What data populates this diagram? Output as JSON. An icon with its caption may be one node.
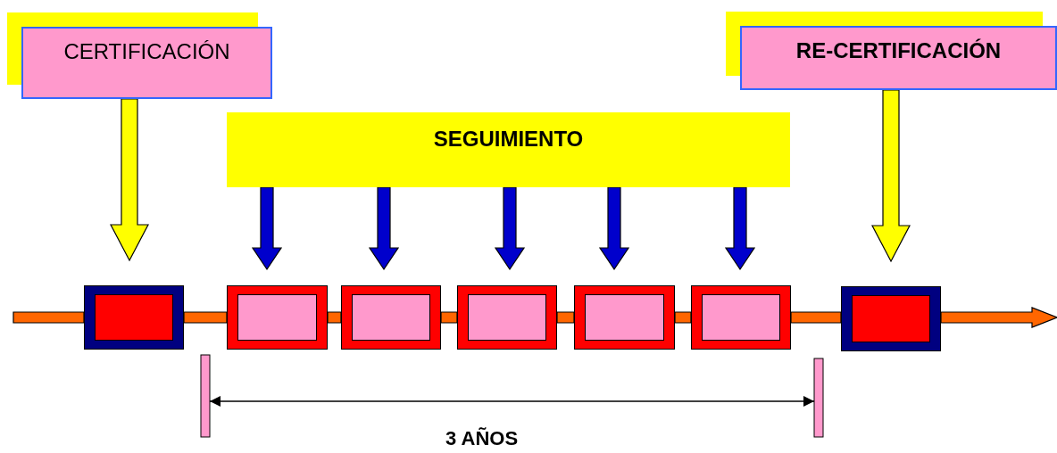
{
  "diagram": {
    "nodes": [
      {
        "text": [
          "CERTIFICACIÓN"
        ]
      },
      {
        "text": [
          "RE-CERTIFICACIÓN"
        ]
      },
      {
        "text": [
          "SEGUIMIENTO"
        ]
      },
      {
        "text": [],
        "shape": "box"
      },
      {
        "text": [],
        "shape": "box"
      },
      {
        "text": [],
        "shape": "box"
      },
      {
        "text": [],
        "shape": "box"
      },
      {
        "text": [],
        "shape": "box"
      },
      {
        "text": [],
        "shape": "box"
      },
      {
        "text": [],
        "shape": "box"
      }
    ],
    "edges": [
      {
        "from": 0,
        "to": 3,
        "arrow": "to",
        "style": "thick",
        "color": "#ffff00"
      },
      {
        "from": 2,
        "to": 4,
        "arrow": "to",
        "color": "#0000cc"
      },
      {
        "from": 2,
        "to": 5,
        "arrow": "to",
        "color": "#0000cc"
      },
      {
        "from": 2,
        "to": 6,
        "arrow": "to",
        "color": "#0000cc"
      },
      {
        "from": 2,
        "to": 7,
        "arrow": "to",
        "color": "#0000cc"
      },
      {
        "from": 2,
        "to": 8,
        "arrow": "to",
        "color": "#0000cc"
      },
      {
        "from": 1,
        "to": 9,
        "arrow": "to",
        "style": "thick",
        "color": "#ffff00"
      },
      {
        "from": null,
        "to": 3,
        "arrow": "none"
      },
      {
        "from": 3,
        "to": 4,
        "arrow": "none"
      },
      {
        "from": 4,
        "to": 5,
        "arrow": "none"
      },
      {
        "from": 5,
        "to": 6,
        "arrow": "none"
      },
      {
        "from": 6,
        "to": 7,
        "arrow": "none"
      },
      {
        "from": 7,
        "to": 8,
        "arrow": "none"
      },
      {
        "from": 8,
        "to": 9,
        "arrow": "none"
      },
      {
        "from": 9,
        "to": null,
        "arrow": "to"
      }
    ],
    "labels": [
      "3 AÑOS"
    ]
  }
}
